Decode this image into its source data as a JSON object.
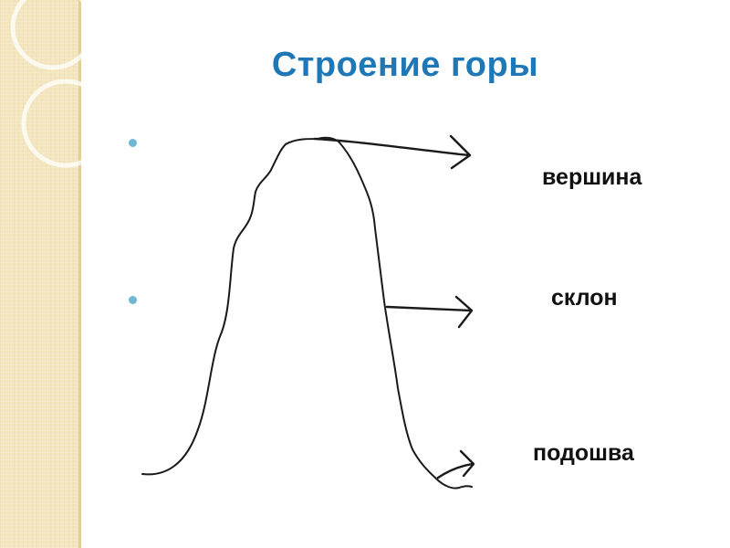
{
  "title": "Строение горы",
  "labels": {
    "summit": "вершина",
    "slope": "склон",
    "foot": "подошва"
  },
  "colors": {
    "title": "#1e78b8",
    "bullet": "#6fb7d6",
    "side_band": "#f3e6bf",
    "line": "#1a1a1a"
  },
  "icons": [
    "bullet-dot",
    "bullet-dot",
    "arrow-right",
    "arrow-right",
    "arrow-right"
  ]
}
